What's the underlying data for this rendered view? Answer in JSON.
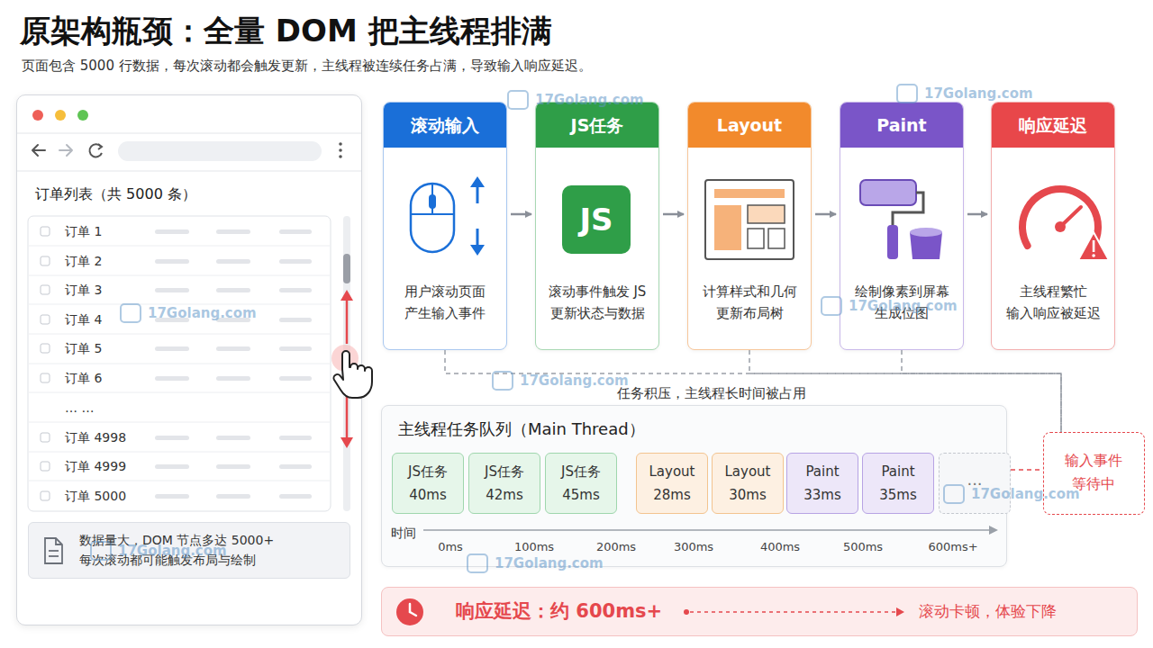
{
  "diagram": {
    "title": "原架构瓶颈：全量 DOM 把主线程排满",
    "caption": "页面包含 5000 行数据，每次滚动都会触发更新，主线程被连续任务占满，导致输入响应延迟。",
    "nodes": [
      {
        "text": [
          "订单列表（共 5000 条）"
        ]
      },
      {
        "text": [
          "数据量大，DOM 节点多达 5000+ 每次滚动都可能触发布局与绘制"
        ],
        "in": 0
      },
      {
        "text": [
          "滚动输入",
          "用户滚动页面 产生输入事件"
        ]
      },
      {
        "text": [
          "JS任务",
          "滚动事件触发 JS 更新状态与数据"
        ]
      },
      {
        "text": [
          "Layout",
          "计算样式和几何 更新布局树"
        ]
      },
      {
        "text": [
          "Paint",
          "绘制像素到屏幕 生成位图"
        ]
      },
      {
        "text": [
          "响应延迟",
          "主线程繁忙 输入响应被延迟"
        ]
      },
      {
        "text": [
          "主线程任务队列（Main Thread）"
        ]
      },
      {
        "text": [
          "JS任务",
          "40ms"
        ],
        "in": 7
      },
      {
        "text": [
          "JS任务",
          "42ms"
        ],
        "in": 7
      },
      {
        "text": [
          "JS任务",
          "45ms"
        ],
        "in": 7
      },
      {
        "text": [
          "Layout",
          "28ms"
        ],
        "in": 7
      },
      {
        "text": [
          "Layout",
          "30ms"
        ],
        "in": 7
      },
      {
        "text": [
          "Paint",
          "33ms"
        ],
        "in": 7
      },
      {
        "text": [
          "Paint",
          "35ms"
        ],
        "in": 7
      },
      {
        "text": [
          "..."
        ],
        "in": 7
      },
      {
        "text": [
          "输入事件 等待中"
        ]
      },
      {
        "text": [
          "响应延迟：约 600ms+",
          "滚动卡顿，体验下降"
        ]
      }
    ],
    "edges": [
      {
        "from": 2,
        "to": 3,
        "arrow": "to"
      },
      {
        "from": 3,
        "to": 4,
        "arrow": "to"
      },
      {
        "from": 4,
        "to": 5,
        "arrow": "to"
      },
      {
        "from": 5,
        "to": 6,
        "arrow": "to"
      },
      {
        "from": 2,
        "to": 16,
        "arrow": "none"
      },
      {
        "from": 4,
        "to": 16,
        "arrow": "none"
      },
      {
        "from": 5,
        "to": 16,
        "arrow": "none"
      },
      {
        "from": 15,
        "to": 16,
        "arrow": "none"
      }
    ],
    "labels": [
      "订单 1",
      "订单 2",
      "订单 3",
      "订单 4",
      "订单 5",
      "订单 6",
      "… …",
      "订单 4998",
      "订单 4999",
      "订单 5000",
      "JS",
      "任务积压，主线程长时间被占用",
      "时间",
      "0ms",
      "100ms",
      "200ms",
      "300ms",
      "400ms",
      "500ms",
      "600ms+",
      "17Golang.com",
      "17Golang.com",
      "17Golang.com",
      "17Golang.com",
      "17Golang.com",
      "17Golang.com",
      "17Golang.com",
      "17Golang.com"
    ]
  }
}
